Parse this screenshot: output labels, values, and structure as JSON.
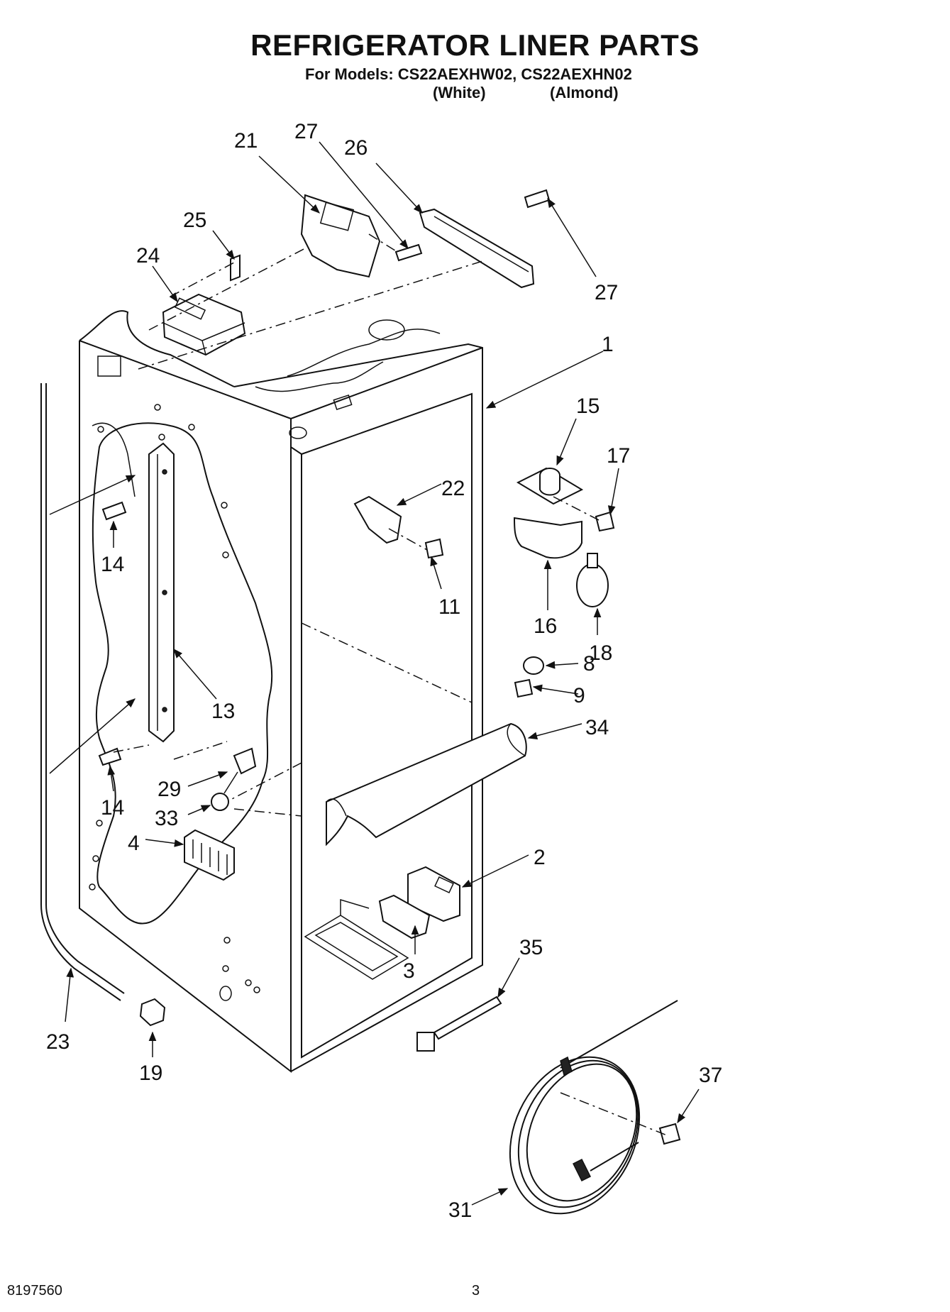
{
  "header": {
    "title": "REFRIGERATOR LINER PARTS",
    "models_line": "For Models: CS22AEXHW02, CS22AEXHN02",
    "color_white": "(White)",
    "color_almond": "(Almond)"
  },
  "footer": {
    "doc_number": "8197560",
    "page_number": "3"
  },
  "callouts": [
    {
      "id": "21",
      "text": "21"
    },
    {
      "id": "27a",
      "text": "27"
    },
    {
      "id": "26",
      "text": "26"
    },
    {
      "id": "25",
      "text": "25"
    },
    {
      "id": "24",
      "text": "24"
    },
    {
      "id": "27b",
      "text": "27"
    },
    {
      "id": "1",
      "text": "1"
    },
    {
      "id": "15",
      "text": "15"
    },
    {
      "id": "17",
      "text": "17"
    },
    {
      "id": "22",
      "text": "22"
    },
    {
      "id": "14a",
      "text": "14"
    },
    {
      "id": "11",
      "text": "11"
    },
    {
      "id": "16",
      "text": "16"
    },
    {
      "id": "18",
      "text": "18"
    },
    {
      "id": "8",
      "text": "8"
    },
    {
      "id": "9",
      "text": "9"
    },
    {
      "id": "13",
      "text": "13"
    },
    {
      "id": "34",
      "text": "34"
    },
    {
      "id": "14b",
      "text": "14"
    },
    {
      "id": "29",
      "text": "29"
    },
    {
      "id": "33",
      "text": "33"
    },
    {
      "id": "4",
      "text": "4"
    },
    {
      "id": "2",
      "text": "2"
    },
    {
      "id": "35",
      "text": "35"
    },
    {
      "id": "3",
      "text": "3"
    },
    {
      "id": "23",
      "text": "23"
    },
    {
      "id": "19",
      "text": "19"
    },
    {
      "id": "37",
      "text": "37"
    },
    {
      "id": "31",
      "text": "31"
    }
  ]
}
